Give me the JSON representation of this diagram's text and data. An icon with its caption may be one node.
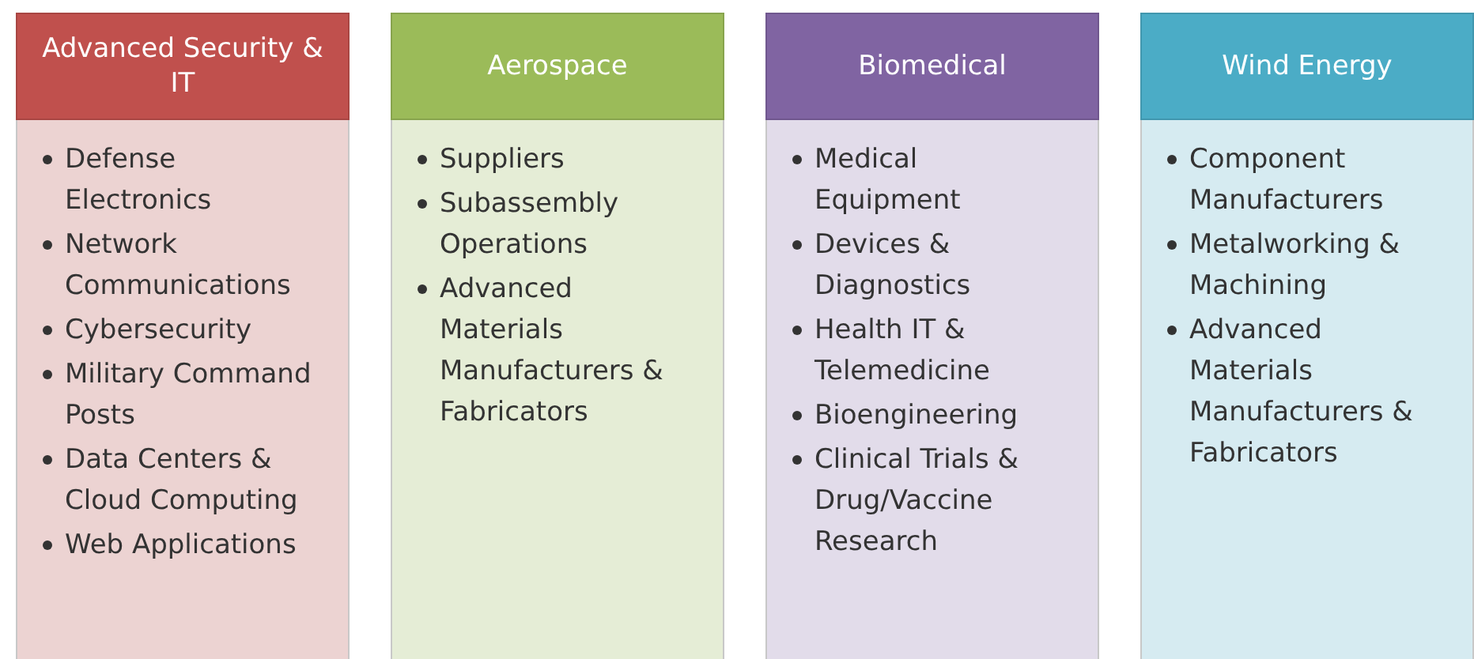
{
  "diagram": {
    "nodes": [
      {
        "text": [
          "Advanced Security & IT",
          "Defense Electronics",
          "Network Communications",
          "Cybersecurity",
          "Military Command Posts",
          "Data Centers & Cloud Computing",
          "Web Applications"
        ]
      },
      {
        "text": [
          "Aerospace",
          "Suppliers",
          "Subassembly Operations",
          "Advanced Materials Manufacturers & Fabricators"
        ]
      },
      {
        "text": [
          "Biomedical",
          "Medical Equipment",
          "Devices & Diagnostics",
          "Health IT & Telemedicine",
          "Bioengineering",
          "Clinical Trials & Drug/Vaccine Research"
        ]
      },
      {
        "text": [
          "Wind Energy",
          "Component Manufacturers",
          "Metalworking & Machining",
          "Advanced Materials Manufacturers & Fabricators"
        ]
      }
    ]
  }
}
